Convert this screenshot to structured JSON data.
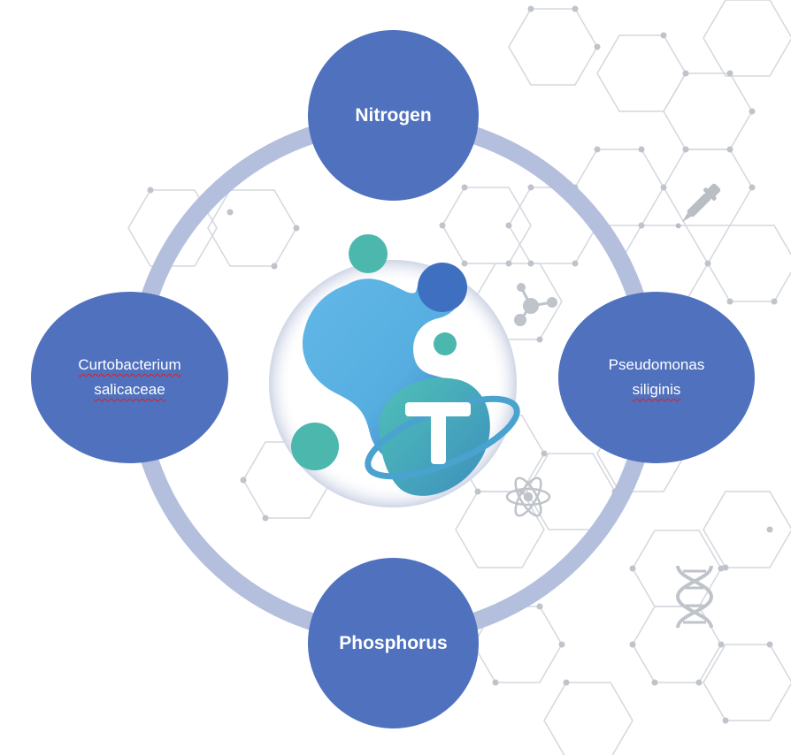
{
  "diagram": {
    "nodes": [
      {
        "id": "top",
        "label": "Nitrogen"
      },
      {
        "id": "right",
        "label_lines": [
          "Pseudomonas",
          "siliginis"
        ]
      },
      {
        "id": "bottom",
        "label": "Phosphorus"
      },
      {
        "id": "left",
        "label_lines": [
          "Curtobacterium",
          "salicaceae"
        ]
      }
    ]
  },
  "colors": {
    "node_fill": "#4f71be",
    "ring": "#b4bfdd",
    "background_hex": "#c9ccd3",
    "logo_light": "#64b7e6",
    "logo_dark": "#3e6fc0",
    "logo_teal": "#4fb8b0"
  },
  "icons": {
    "center": "microbe-logo-icon",
    "decor": [
      "dropper-icon",
      "molecule-icon",
      "atom-icon",
      "dna-icon"
    ]
  }
}
